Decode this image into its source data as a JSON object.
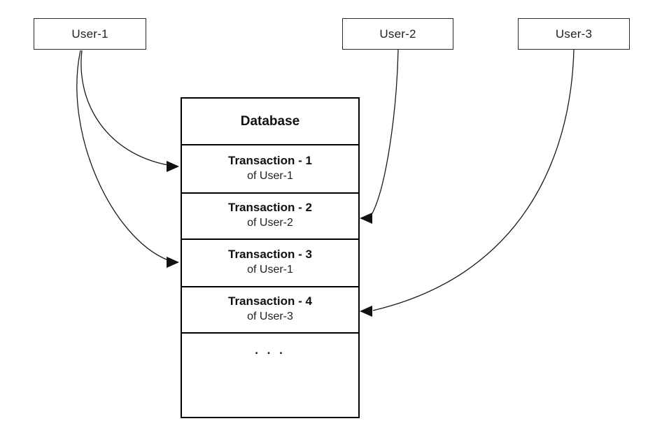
{
  "diagram": {
    "users": [
      {
        "label": "User-1"
      },
      {
        "label": "User-2"
      },
      {
        "label": "User-3"
      }
    ],
    "database": {
      "title": "Database",
      "rows": [
        {
          "title": "Transaction - 1",
          "subtitle": "of User-1"
        },
        {
          "title": "Transaction - 2",
          "subtitle": "of User-2"
        },
        {
          "title": "Transaction - 3",
          "subtitle": "of User-1"
        },
        {
          "title": "Transaction - 4",
          "subtitle": "of User-3"
        }
      ],
      "ellipsis": ". . ."
    },
    "connections": [
      {
        "from": "User-1",
        "to": "Transaction - 1"
      },
      {
        "from": "User-1",
        "to": "Transaction - 3"
      },
      {
        "from": "User-2",
        "to": "Transaction - 2"
      },
      {
        "from": "User-3",
        "to": "Transaction - 4"
      }
    ],
    "colors": {
      "background": "#ffffff",
      "line": "#1a1a1a",
      "table_border": "#000000",
      "text": "#1c1c1c"
    }
  }
}
